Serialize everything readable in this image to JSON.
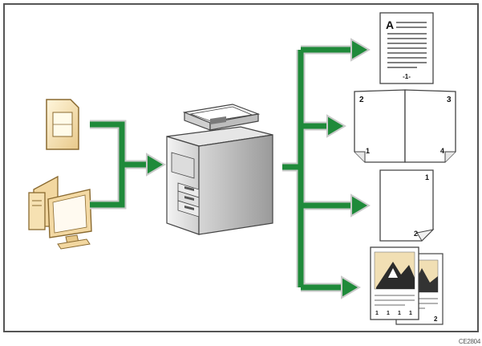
{
  "doc_page": {
    "letter": "A",
    "footer": "-1-"
  },
  "booklet": {
    "top_left": "2",
    "top_right": "3",
    "bottom_left": "1",
    "bottom_right": "4"
  },
  "single": {
    "top": "1",
    "bottom": "2"
  },
  "photo_stack": {
    "front_nums": [
      "1",
      "1",
      "1",
      "1"
    ],
    "back_num": "2"
  },
  "figure_code": "CE2804",
  "colors": {
    "arrow": "#1f8a3a",
    "arrow_outline": "#c9c9c9",
    "frame": "#555555"
  }
}
